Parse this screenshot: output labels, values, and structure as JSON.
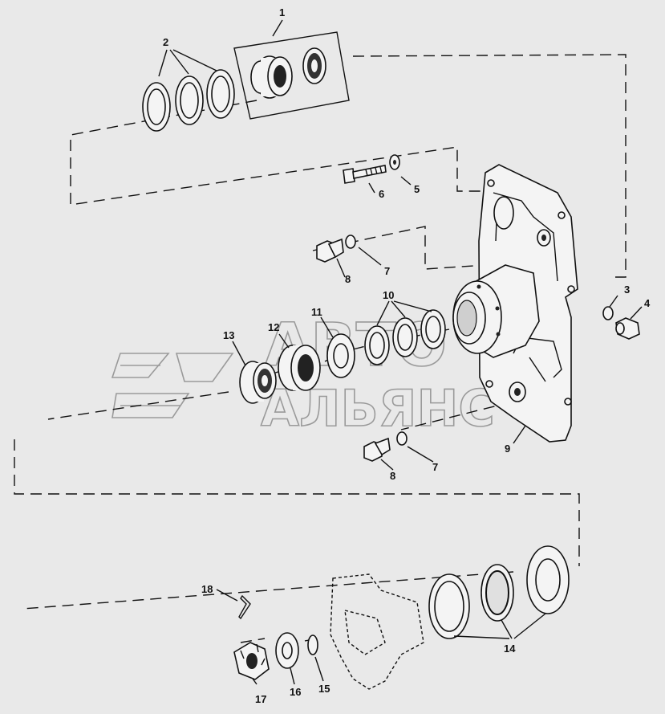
{
  "watermark": {
    "line1": "АВТО",
    "line2": "АЛЬЯНС"
  },
  "callouts": {
    "c1": "1",
    "c2": "2",
    "c3": "3",
    "c4": "4",
    "c5": "5",
    "c6": "6",
    "c7a": "7",
    "c7b": "7",
    "c8a": "8",
    "c8b": "8",
    "c9": "9",
    "c10": "10",
    "c11": "11",
    "c12": "12",
    "c13": "13",
    "c14": "14",
    "c15": "15",
    "c16": "16",
    "c17": "17",
    "c18": "18"
  }
}
